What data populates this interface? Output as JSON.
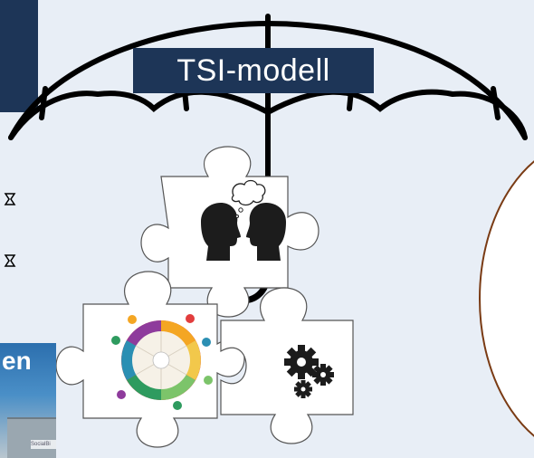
{
  "title": "TSI-modell",
  "photo_text": "en",
  "photo_sign": "SocialBi",
  "pieces": {
    "top": {
      "icon": "two-heads-thinking-icon"
    },
    "left": {
      "icon": "wheel-diagram-icon"
    },
    "right": {
      "icon": "gears-icon"
    }
  },
  "colors": {
    "title_bg": "#1d3557",
    "title_text": "#ffffff",
    "background": "#e8eef6",
    "ellipse_stroke": "#7a3b14",
    "umbrella_stroke": "#000000"
  }
}
